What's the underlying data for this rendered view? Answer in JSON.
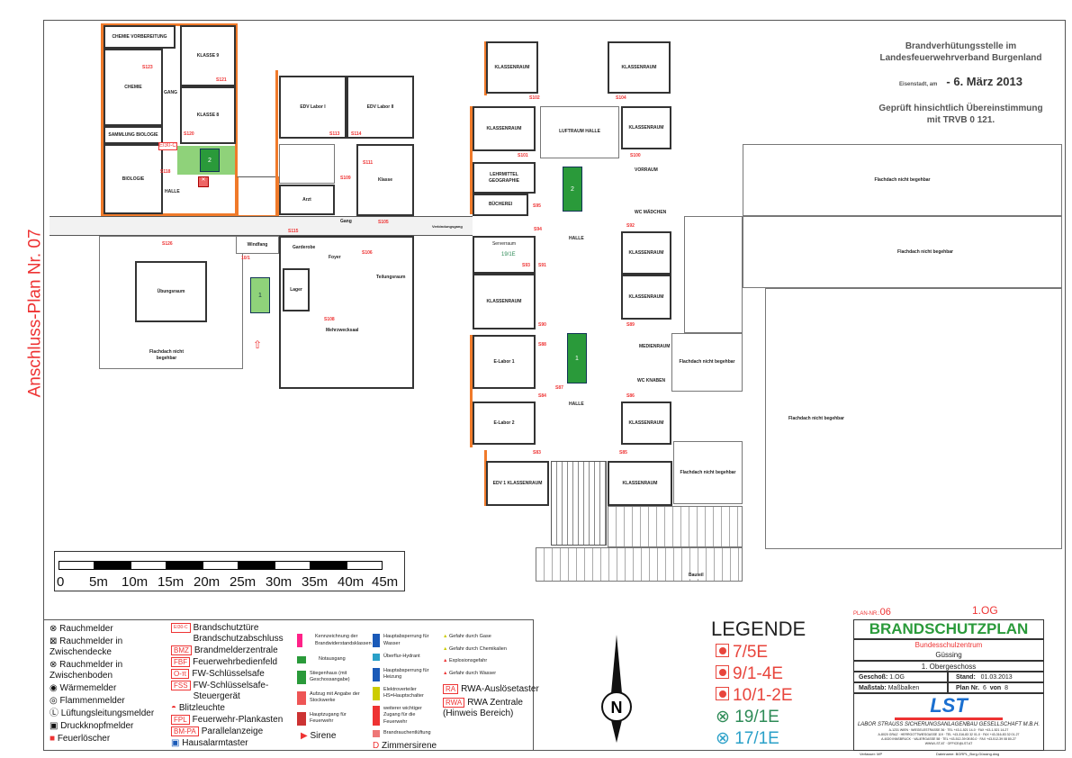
{
  "side_label": "Anschluss-Plan Nr. 07",
  "stamp": {
    "line1": "Brandverhütungsstelle im",
    "line2": "Landesfeuerwehrverband Burgenland",
    "place": "Eisenstadt, am",
    "date": "- 6. März 2013",
    "check1": "Geprüft hinsichtlich Übereinstimmung",
    "check2": "mit TRVB 0 121."
  },
  "rooms": {
    "chemie_vorb": "CHEMIE VORBEREITUNG",
    "chemie": "CHEMIE",
    "sammlung": "SAMMLUNG BIOLOGIE",
    "biologie": "BIOLOGIE",
    "gang": "GANG",
    "klasse9": "KLASSE 9",
    "klasse8": "KLASSE 8",
    "halle": "HALLE",
    "edv1": "EDV Labor I",
    "edv2": "EDV Labor II",
    "klasse": "Klasse",
    "arzt": "Arzt",
    "gang2": "Gang",
    "uebung": "Übungsraum",
    "flachdach_l": "Flachdach nicht begehbar",
    "windfang": "Windfang",
    "garderobe": "Garderobe",
    "foyer": "Foyer",
    "lager": "Lager",
    "mehrzweck": "Mehrzwecksaal",
    "teilung": "Teilungsraum",
    "verbindung": "Verbindungsgang",
    "klassenraum": "KLASSENRAUM",
    "luftraum": "LUFTRAUM HALLE",
    "lehrmittel": "LEHRMITTEL GEOGRAPHIE",
    "buecherei": "BÜCHEREI",
    "serverraum": "Serverraum",
    "elabor1": "E-Labor 1",
    "elabor2": "E-Labor 2",
    "edv_klasse": "EDV 1 KLASSENRAUM",
    "halle2": "HALLE",
    "medienraum": "MEDIENRAUM",
    "vorraum": "VORRAUM",
    "wc_knaben": "WC KNABEN",
    "wc_maedchen": "WC MÄDCHEN",
    "flachdach": "Flachdach nicht begehbar",
    "bauteil": "Bauteil"
  },
  "markers": {
    "s120": "S120",
    "s118": "S118",
    "s121": "S121",
    "s123": "S123",
    "s113": "S113",
    "s114": "S114",
    "s111": "S111",
    "s109": "S109",
    "s105": "S105",
    "s115": "S115",
    "s106": "S106",
    "s108": "S108",
    "s126": "S126",
    "s102": "S102",
    "s104": "S104",
    "s100": "S100",
    "s101": "S101",
    "s95": "S95",
    "s94": "S94",
    "s92": "S92",
    "s91": "S91",
    "s93": "S93",
    "s90": "S90",
    "s89": "S89",
    "s88": "S88",
    "s87": "S87",
    "s84": "S84",
    "s86": "S86",
    "s83": "S83",
    "s85": "S85",
    "el30": "EI30-C",
    "d19": "19/1E",
    "d101": "10/1"
  },
  "scale": {
    "ticks": [
      "0",
      "5m",
      "10m",
      "15m",
      "20m",
      "25m",
      "30m",
      "35m",
      "40m",
      "45m"
    ]
  },
  "legend_left": [
    "Rauchmelder",
    "Rauchmelder in Zwischendecke",
    "Rauchmelder in Zwischenboden",
    "Wärmemelder",
    "Flammenmelder",
    "Lüftungsleitungsmelder",
    "Druckknopfmelder",
    "Feuerlöscher"
  ],
  "legend_mid": [
    {
      "code": "EI30-C",
      "label": "Brandschutztüre Brandschutzabschluss"
    },
    {
      "code": "BMZ",
      "label": "Brandmelderzentrale"
    },
    {
      "code": "FBF",
      "label": "Feuerwehrbedienfeld"
    },
    {
      "code": "O-π",
      "label": "FW-Schlüsselsafe"
    },
    {
      "code": "FSS",
      "label": "FW-Schlüsselsafe-Steuergerät"
    },
    {
      "code": "",
      "label": "Blitzleuchte"
    },
    {
      "code": "FPL",
      "label": "Feuerwehr-Plankasten"
    },
    {
      "code": "BM-PA",
      "label": "Parallelanzeige"
    },
    {
      "code": "",
      "label": "Hausalarmtaster"
    }
  ],
  "legend_small1": [
    "Kennzeichnung der Brandwiderstandsklassen",
    "Notausgang",
    "Stiegenhaus (mit Geschossangabe)",
    "Aufzug mit Angabe der Stockwerke",
    "Hauptzugang für Feuerwehr",
    "Sirene"
  ],
  "legend_small2": [
    "Hauptabsperrung für Wasser",
    "Überflur-Hydrant",
    "Hauptabsperrung für Heizung",
    "Elektroverteiler HS=Hauptschalter",
    "weiterer wichtiger Zugang für die Feuerwehr",
    "Brandrauchentlüftung",
    "Zimmersirene"
  ],
  "legend_small3": [
    "Gefahr durch Gase",
    "Gefahr durch Chemikalien",
    "Explosionsgefahr",
    "Gefahr durch Wasser"
  ],
  "legend_rwa": [
    {
      "code": "RA",
      "label": "RWA-Auslösetaster"
    },
    {
      "code": "RWA",
      "label": "RWA Zentrale (Hinweis Bereich)"
    }
  ],
  "legende": {
    "title": "LEGENDE",
    "items": [
      {
        "label": "7/5E",
        "color": "#e8453c"
      },
      {
        "label": "9/1-4E",
        "color": "#e8453c"
      },
      {
        "label": "10/1-2E",
        "color": "#e8453c"
      },
      {
        "label": "19/1E",
        "color": "#2e8b57"
      },
      {
        "label": "17/1E",
        "color": "#2aa0c8"
      }
    ]
  },
  "title_block": {
    "plan_nr_label": "PLAN-NR.:",
    "plan_nr": "06",
    "floor_code": "1.OG",
    "title": "BRANDSCHUTZPLAN",
    "org": "Bundesschulzentrum",
    "place": "Güssing",
    "floor": "1. Obergeschoss",
    "geschoss_label": "Geschoß:",
    "geschoss": "1.OG",
    "stand_label": "Stand:",
    "stand": "01.03.2013",
    "massstab_label": "Maßstab:",
    "massstab": "Maßbalken",
    "plannr_label": "Plan Nr.",
    "plannr": "6",
    "von_label": "von",
    "von": "8",
    "logo": "LST",
    "company": "LABOR STRAUSS SICHERUNGSANLAGENBAU GESELLSCHAFT M.B.H.",
    "addr1": "A-1231 WIEN · WIEGELESTRASSE 36 · TEL +43-1-521 14-0 · FAX +43-1-521 14-27",
    "addr2": "A-8020 GRAZ · HERRGOTTWIESGASSE 119 · TEL +43-316-83 32 01-0 · FAX +43-316-83 32 01-27",
    "addr3": "A-6020 INNSBRUCK · VALIERGASSE 58 · TEL +43-512-39 08 80-0 · FAX +43-512-39 08 80-27",
    "web": "WWW.LST.AT · OFFICE@LST.AT",
    "verfasser": "Verfasser: MP",
    "datei": "Dateiname: BGRPL_Borg-Güssing.dwg"
  }
}
